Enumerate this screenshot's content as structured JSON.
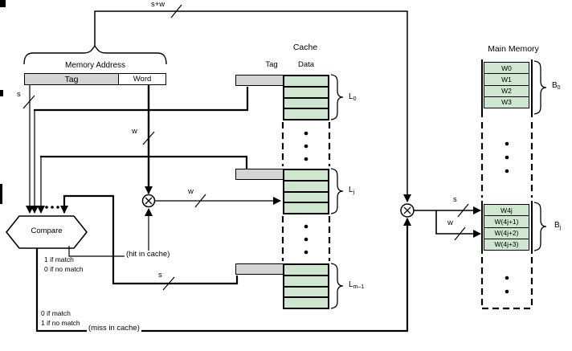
{
  "figure": {
    "address_bus_label": "s+w",
    "memory_address": {
      "title": "Memory Address",
      "fields": [
        {
          "label": "Tag"
        },
        {
          "label": "Word"
        }
      ],
      "tag_width": "s",
      "word_width": "w"
    },
    "compare": {
      "label": "Compare",
      "hit_note1": "1 if match",
      "hit_note2": "0 if no match",
      "hit_caption": "(hit in cache)",
      "miss_note1": "0 if match",
      "miss_note2": "1 if no match",
      "miss_caption": "(miss in cache)"
    },
    "word_select_width": "w",
    "tag_line_width": "s",
    "cache": {
      "title": "Cache",
      "col_tag": "Tag",
      "col_data": "Data",
      "lines": [
        {
          "base": "L",
          "sub": "0"
        },
        {
          "base": "L",
          "sub": "j"
        },
        {
          "base": "L",
          "sub": "m–1"
        }
      ]
    },
    "memory_bus": {
      "s": "s",
      "w": "w"
    },
    "main_memory": {
      "title": "Main Memory",
      "blocks": [
        {
          "base": "B",
          "sub": "0",
          "words": [
            "W0",
            "W1",
            "W2",
            "W3"
          ]
        },
        {
          "base": "B",
          "sub": "j",
          "words": [
            "W4j",
            "W(4j+1)",
            "W(4j+2)",
            "W(4j+3)"
          ]
        }
      ]
    },
    "colors": {
      "data_fill": "#cfe6cf",
      "tag_fill": "#d4d4d4",
      "line": "#000000"
    }
  }
}
